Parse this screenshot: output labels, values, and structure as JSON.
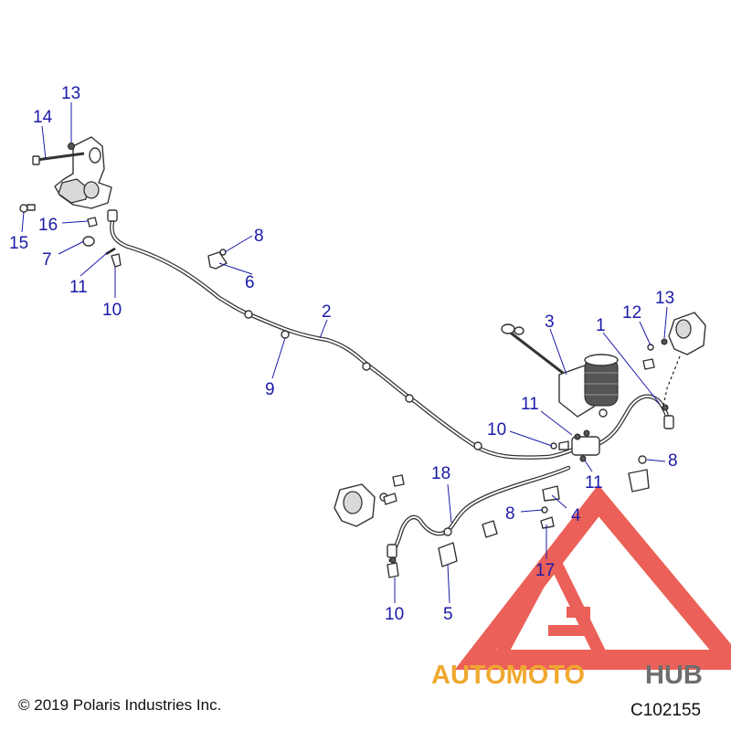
{
  "copyright": "© 2019 Polaris Industries Inc.",
  "reference_code": "C102155",
  "watermark": {
    "text_part1": "AUTOMOTO",
    "text_part2": "HUB",
    "color_primary": "#f0a830",
    "color_secondary": "#6e6e6e",
    "logo_color": "#e8453c"
  },
  "callouts": {
    "c1": "1",
    "c2": "2",
    "c3": "3",
    "c4": "4",
    "c5": "5",
    "c6": "6",
    "c7": "7",
    "c8a": "8",
    "c8b": "8",
    "c8c": "8",
    "c9": "9",
    "c10a": "10",
    "c10b": "10",
    "c10c": "10",
    "c11a": "11",
    "c11b": "11",
    "c11c": "11",
    "c12": "12",
    "c13a": "13",
    "c13b": "13",
    "c14": "14",
    "c15": "15",
    "c16": "16",
    "c17": "17",
    "c18": "18"
  }
}
